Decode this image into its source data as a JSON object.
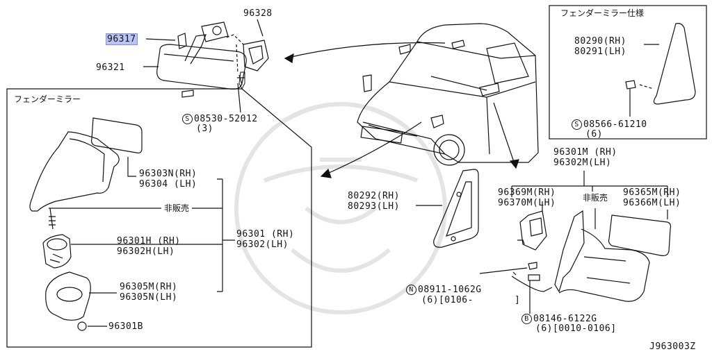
{
  "part_labels": {
    "p96317": "96317",
    "p96328": "96328",
    "p96321": "96321",
    "screw1_code": "08530-52012",
    "screw1_qty": "(3)",
    "box_right_title": "フェンダーミラー仕様",
    "p80290": "80290(RH)",
    "p80291": "80291(LH)",
    "screw2_code": "08566-61210",
    "screw2_qty": "(6)",
    "box_left_title": "フェンダーミラー",
    "p96303n": "96303N(RH)",
    "p96304": "96304 (LH)",
    "not_for_sale_1": "非販売",
    "p96301h": "96301H (RH)",
    "p96302h": "96302H(LH)",
    "p96301": "96301 (RH)",
    "p96302": "96302(LH)",
    "p96305m": "96305M(RH)",
    "p96305n": "96305N(LH)",
    "p96301b": "96301B",
    "p80292": "80292(RH)",
    "p80293": "80293(LH)",
    "p96301m": "96301M (RH)",
    "p96302m": "96302M(LH)",
    "p96369m": "96369M(RH)",
    "p96370m": "96370M(LH)",
    "not_for_sale_2": "非販売",
    "p96365m": "96365M(RH)",
    "p96366m": "96366M(LH)",
    "nut_code": "08911-1062G",
    "nut_qty": "(6)[0106-",
    "nut_close": "]",
    "bolt_code": "08146-6122G",
    "bolt_qty": "(6)[0010-0106]",
    "diagram_id": "J963003Z",
    "sym_s": "S",
    "sym_n": "N",
    "sym_b": "B"
  },
  "colors": {
    "highlight": "#b9c4f2",
    "line": "#111111",
    "watermark": "#e6e6e6"
  }
}
